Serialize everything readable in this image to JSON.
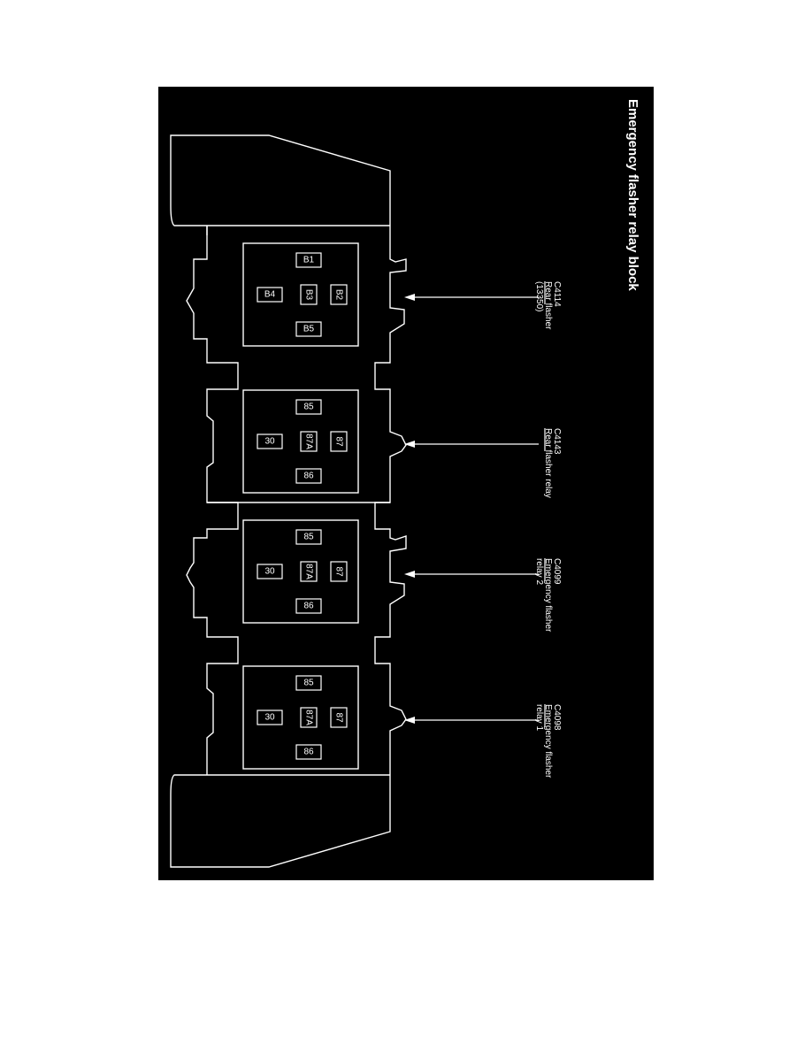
{
  "title": "Emergency flasher relay block",
  "connectors": [
    {
      "id": "C4114",
      "lines": [
        "C4114",
        "Rear flasher",
        "(13350)"
      ],
      "pins": [
        "B1",
        "B4",
        "B3",
        "B2",
        "B5"
      ]
    },
    {
      "id": "C4143",
      "lines": [
        "C4143",
        "Rear flasher relay"
      ],
      "pins": [
        "85",
        "30",
        "87A",
        "87",
        "86"
      ]
    },
    {
      "id": "C4099",
      "lines": [
        "C4099",
        "Emergency flasher",
        "relay 2"
      ],
      "pins": [
        "85",
        "30",
        "87A",
        "87",
        "86"
      ]
    },
    {
      "id": "C4098",
      "lines": [
        "C4098",
        "Emergency flasher",
        "relay 1"
      ],
      "pins": [
        "85",
        "30",
        "87A",
        "87",
        "86"
      ]
    }
  ],
  "colors": {
    "background": "#000000",
    "lines": "#ffffff"
  }
}
